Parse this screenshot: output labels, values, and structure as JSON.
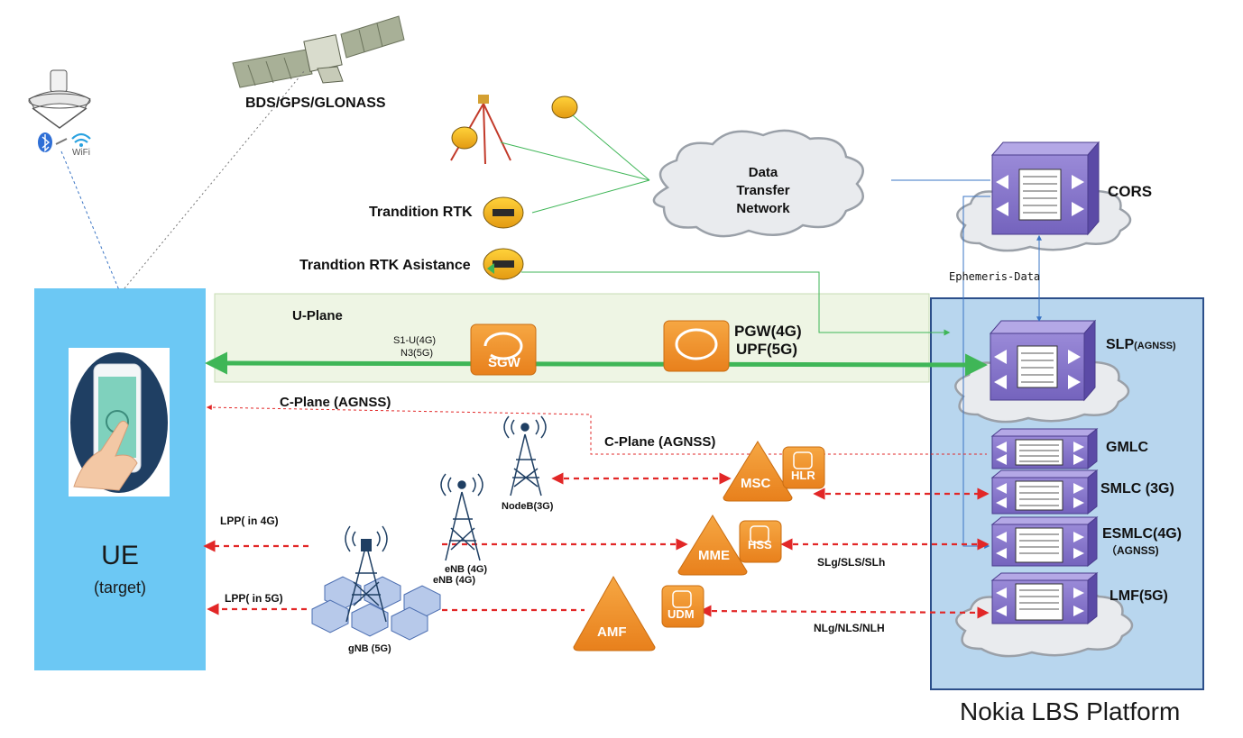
{
  "gnss": {
    "label": "BDS/GPS/GLONASS"
  },
  "beacon": {
    "wifi_label": "WiFi"
  },
  "rtk": {
    "traditional": "Trandition RTK",
    "assistance": "Trandtion RTK Asistance"
  },
  "network": {
    "cloud_label": "Data\nTransfer\nNetwork"
  },
  "cors": {
    "label": "CORS",
    "ephemeris": "Ephemeris-Data"
  },
  "ue": {
    "title": "UE",
    "subtitle": "(target)"
  },
  "uplane": {
    "title": "U-Plane",
    "s1u": "S1-U(4G)",
    "n3": "N3(5G)",
    "sgw": "SGW",
    "pgw": "PGW(4G)",
    "upf": "UPF(5G)"
  },
  "cplane": {
    "label1": "C-Plane (AGNSS)",
    "label2": "C-Plane (AGNSS)"
  },
  "ran": {
    "nodeb": "NodeB(3G)",
    "enb1": "eNB (4G)",
    "enb2": "eNB (4G)",
    "gnb": "gNB (5G)",
    "lpp4": "LPP( in 4G)",
    "lpp5": "LPP( in 5G)"
  },
  "core": {
    "msc": "MSC",
    "hlr": "HLR",
    "mme": "MME",
    "hss": "HSS",
    "amf": "AMF",
    "udm": "UDM",
    "slg": "SLg/SLS/SLh",
    "nlg": "NLg/NLS/NLH"
  },
  "platform": {
    "title": "Nokia LBS Platform",
    "slp": "SLP",
    "slp_sub": "(AGNSS)",
    "gmlc": "GMLC",
    "smlc": "SMLC (3G)",
    "esmlc": "ESMLC(4G)",
    "esmlc_sub": "（AGNSS)",
    "lmf": "LMF(5G)"
  },
  "colors": {
    "ue_bg": "#6cc8f4",
    "platform_bg": "#b8d6ee",
    "platform_border": "#2c4f8a",
    "uplane_bg": "#eef5e4",
    "green": "#3fb657",
    "red": "#e22727",
    "orange": "#f0902c",
    "server": "#8676c8"
  }
}
